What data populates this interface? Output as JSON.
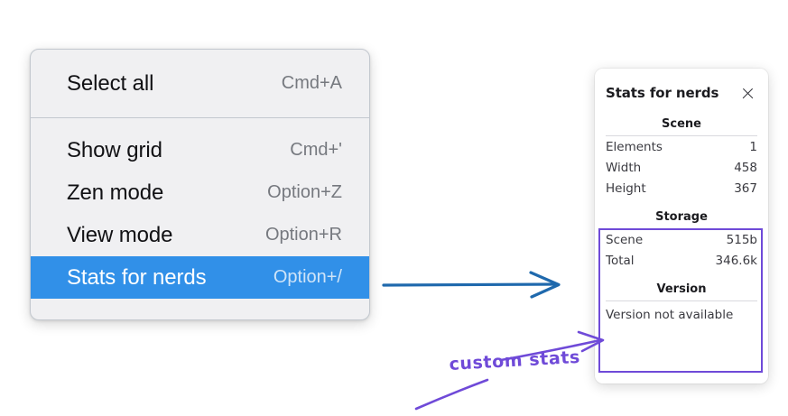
{
  "context_menu": {
    "groups": [
      {
        "name": "group-1",
        "items": [
          {
            "label": "Select all",
            "shortcut": "Cmd+A",
            "selected": false
          }
        ]
      },
      {
        "name": "group-2",
        "items": [
          {
            "label": "Show grid",
            "shortcut": "Cmd+'",
            "selected": false
          },
          {
            "label": "Zen mode",
            "shortcut": "Option+Z",
            "selected": false
          },
          {
            "label": "View mode",
            "shortcut": "Option+R",
            "selected": false
          },
          {
            "label": "Stats for nerds",
            "shortcut": "Option+/",
            "selected": true
          }
        ]
      }
    ],
    "highlight_color": "#3190e8",
    "background_color": "#f0f0f2"
  },
  "stats_panel": {
    "title": "Stats for nerds",
    "close_icon": "close-icon",
    "sections": [
      {
        "heading": "Scene",
        "rows": [
          {
            "key": "Elements",
            "value": "1"
          },
          {
            "key": "Width",
            "value": "458"
          },
          {
            "key": "Height",
            "value": "367"
          }
        ]
      },
      {
        "heading": "Storage",
        "rows": [
          {
            "key": "Scene",
            "value": "515b"
          },
          {
            "key": "Total",
            "value": "346.6k"
          }
        ]
      },
      {
        "heading": "Version",
        "single": "Version not available"
      }
    ]
  },
  "annotations": {
    "custom_stats_label": "custom stats",
    "highlight_box_color": "#6f4ad8",
    "arrow_color": "#1f69ad"
  }
}
